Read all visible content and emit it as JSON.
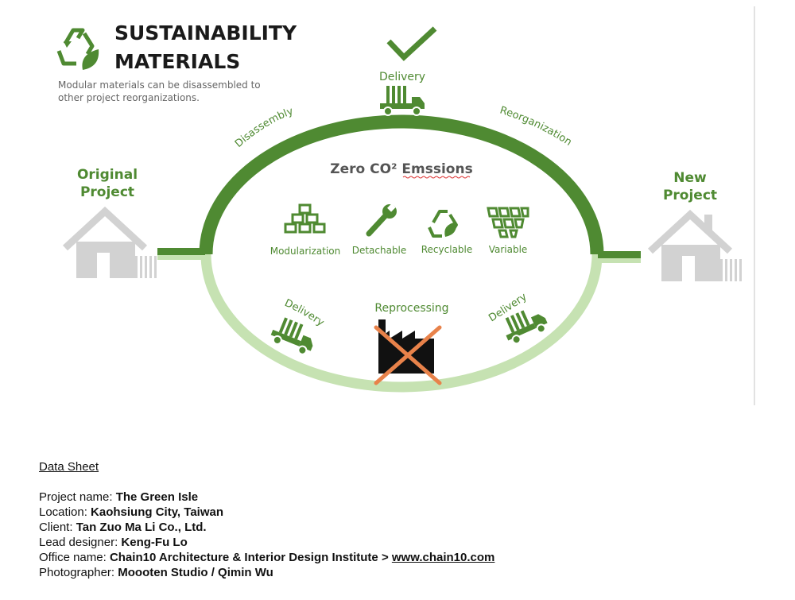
{
  "diagram": {
    "title_line1": "SUSTAINABILITY",
    "title_line2": "MATERIALS",
    "subtitle_line1": "Modular materials can be disassembled to",
    "subtitle_line2": "other project reorganizations.",
    "center_heading": "Zero CO² Emssions",
    "original_project_line1": "Original",
    "original_project_line2": "Project",
    "new_project_line1": "New",
    "new_project_line2": "Project",
    "top_delivery": "Delivery",
    "disassembly": "Disassembly",
    "reorganization": "Reorganization",
    "features": [
      "Modularization",
      "Detachable",
      "Recyclable",
      "Variable"
    ],
    "bottom_left_delivery": "Delivery",
    "reprocessing": "Reprocessing",
    "bottom_right_delivery": "Delivery",
    "icons": [
      "recycle-leaf-icon",
      "checkmark-icon",
      "truck-icon",
      "house-icon",
      "stacked-blocks-icon",
      "wrench-icon",
      "recycle-icon",
      "tiles-icon",
      "factory-icon",
      "cross-icon"
    ],
    "colors": {
      "dark_green": "#4f8a32",
      "light_green": "#c6e2b2",
      "gray": "#d2d2d2",
      "orange": "#e8824a",
      "text_gray": "#555555"
    }
  },
  "sheet": {
    "title": "Data Sheet",
    "project_label": "Project name: ",
    "project_value": "The Green Isle",
    "location_label": "Location: ",
    "location_value": "Kaohsiung City, Taiwan",
    "client_label": "Client: ",
    "client_value": "Tan Zuo Ma Li Co., Ltd.",
    "designer_label": "Lead designer: ",
    "designer_value": "Keng-Fu Lo",
    "office_label": "Office name: ",
    "office_value": "Chain10 Architecture & Interior Design Institute > ",
    "office_link": "www.chain10.com",
    "photographer_label": "Photographer: ",
    "photographer_value": "Moooten Studio / Qimin Wu"
  }
}
